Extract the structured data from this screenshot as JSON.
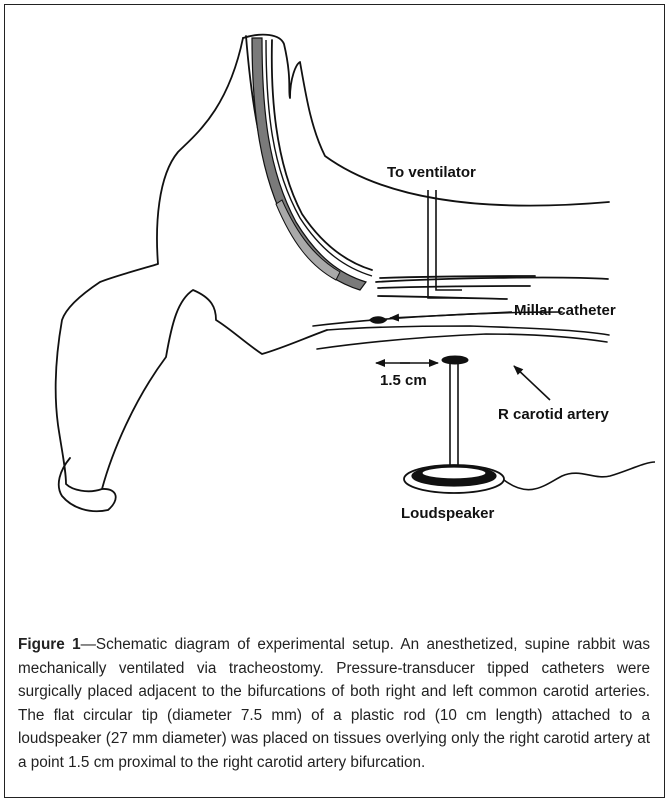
{
  "labels": {
    "ventilator": "To ventilator",
    "millar": "Millar catheter",
    "distance": "1.5 cm",
    "carotid": "R carotid artery",
    "loudspeaker": "Loudspeaker"
  },
  "caption": {
    "figure_label": "Figure 1",
    "text": "—Schematic diagram of experimental setup. An anesthetized, supine rabbit was mechanically ventilated via tracheostomy. Pressure-transducer tipped catheters were surgically placed adjacent to the bifurcations of both right and left common carotid arteries. The flat circular tip (diameter 7.5 mm) of a plastic rod (10 cm length) attached to a loudspeaker (27 mm diameter) was placed on tissues overlying only the right carotid artery at a point 1.5 cm proximal to the right carotid artery bifurcation."
  },
  "colors": {
    "line": "#111111",
    "catheter_fill": "#7a7a7a",
    "catheter_fill_light": "#a9a9a9"
  }
}
